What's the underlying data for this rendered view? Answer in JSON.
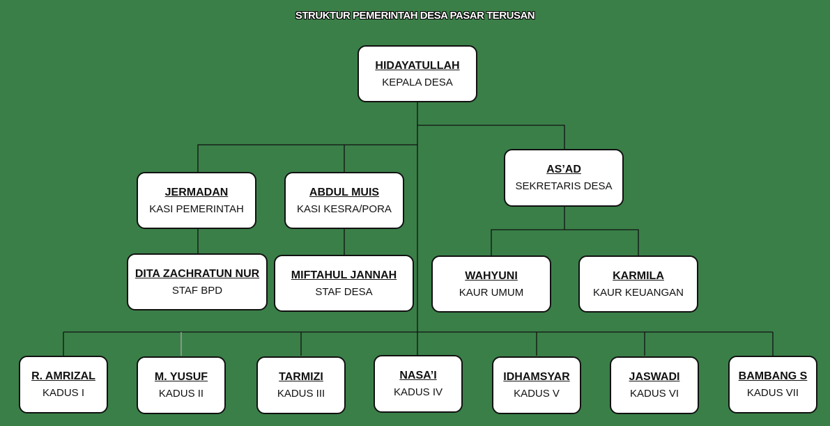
{
  "title": "STRUKTUR PEMERINTAH DESA PASAR TERUSAN",
  "head": {
    "name": "HIDAYATULLAH",
    "role": "KEPALA DESA"
  },
  "kasi": [
    {
      "name": "JERMADAN",
      "role": "KASI PEMERINTAH"
    },
    {
      "name": "ABDUL MUIS",
      "role": "KASI KESRA/PORA"
    }
  ],
  "staf": [
    {
      "name": "DITA ZACHRATUN NUR",
      "role": "STAF BPD"
    },
    {
      "name": "MIFTAHUL JANNAH",
      "role": "STAF DESA"
    }
  ],
  "sekretaris": {
    "name": "AS’AD",
    "role": "SEKRETARIS DESA"
  },
  "kaur": [
    {
      "name": "WAHYUNI",
      "role": "KAUR UMUM"
    },
    {
      "name": "KARMILA",
      "role": "KAUR KEUANGAN"
    }
  ],
  "kadus": [
    {
      "name": "R. AMRIZAL",
      "role": "KADUS I"
    },
    {
      "name": "M. YUSUF",
      "role": "KADUS II"
    },
    {
      "name": "TARMIZI",
      "role": "KADUS III"
    },
    {
      "name": "NASA’I",
      "role": "KADUS IV"
    },
    {
      "name": "IDHAMSYAR",
      "role": "KADUS V"
    },
    {
      "name": "JASWADI",
      "role": "KADUS VI"
    },
    {
      "name": "BAMBANG S",
      "role": "KADUS VII"
    }
  ]
}
